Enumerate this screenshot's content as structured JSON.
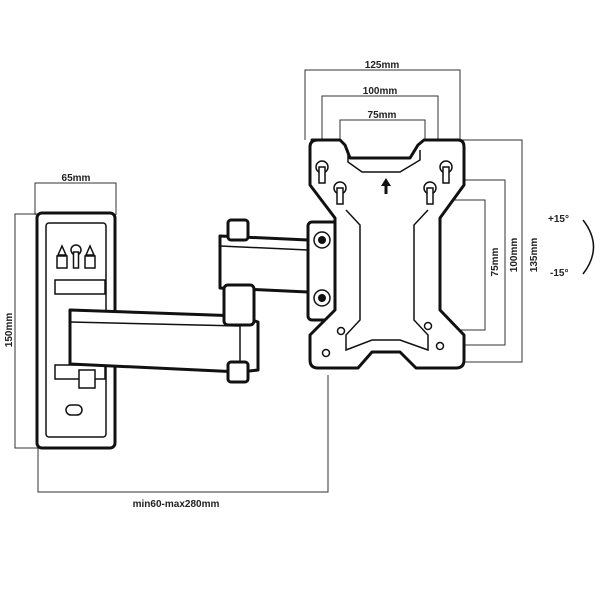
{
  "dimensions": {
    "vesa_width_outer": "125mm",
    "vesa_width_mid": "100mm",
    "vesa_width_inner": "75mm",
    "wall_plate_width": "65mm",
    "wall_plate_height": "150mm",
    "vesa_height_inner": "75mm",
    "vesa_height_mid": "100mm",
    "vesa_height_outer": "135mm",
    "extension": "min60-max280mm"
  },
  "tilt": {
    "up": "+15°",
    "down": "-15°"
  },
  "icons": [
    "wall-plate",
    "articulating-arm",
    "vesa-plate",
    "tilt-arc",
    "up-arrow-icon"
  ]
}
